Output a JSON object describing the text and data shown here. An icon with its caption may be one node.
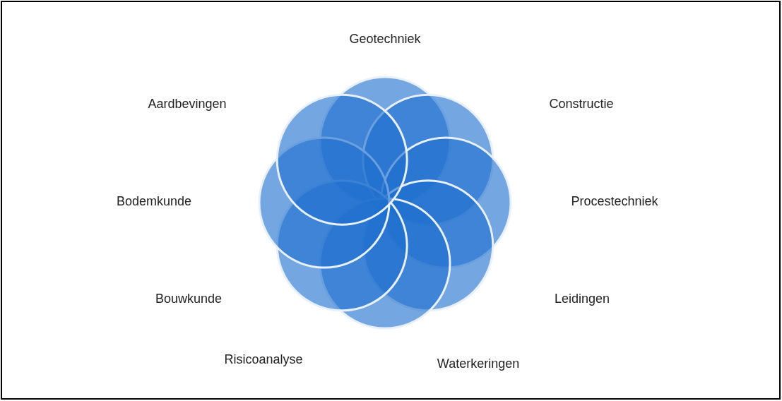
{
  "diagram": {
    "labels": [
      "Geotechniek",
      "Aardbevingen",
      "Constructie",
      "Bodemkunde",
      "Procestechniek",
      "Bouwkunde",
      "Leidingen",
      "Risicoanalyse",
      "Waterkeringen"
    ]
  }
}
